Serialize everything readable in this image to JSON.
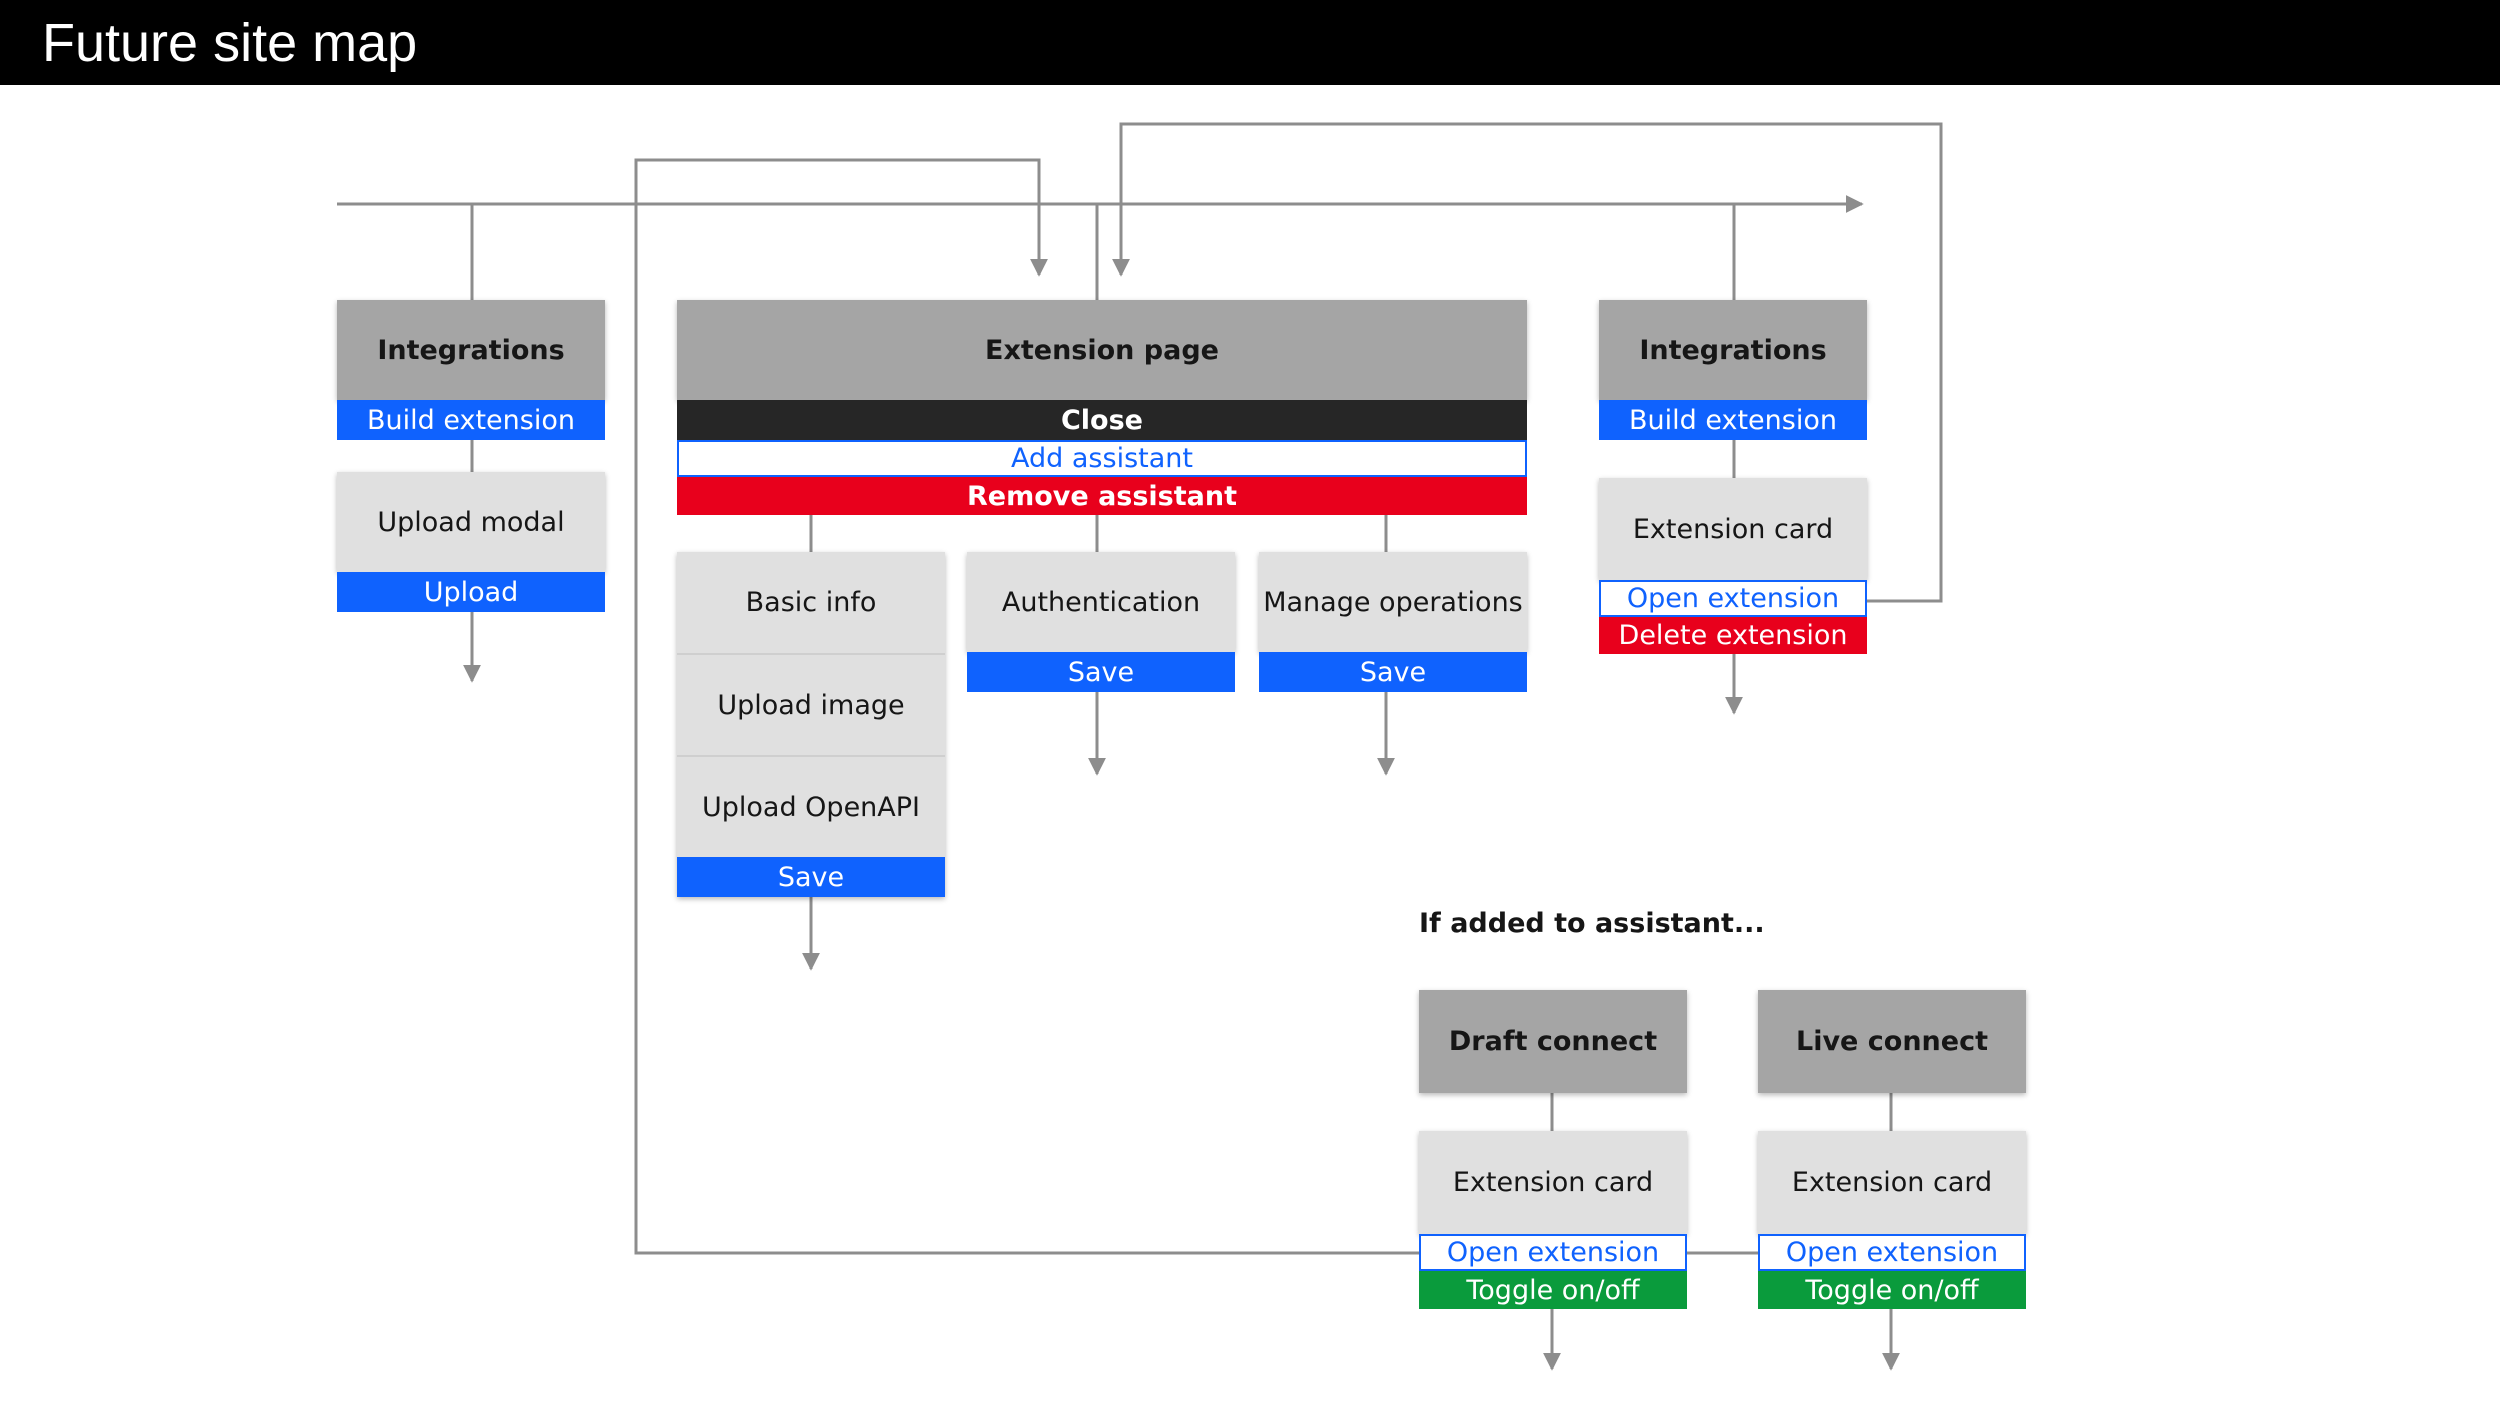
{
  "title": "Future site map",
  "colors": {
    "primary_blue": "#0f62fe",
    "danger_red": "#e8001c",
    "success_green": "#0a9b3c",
    "header_gray": "#a5a5a5",
    "card_gray": "#e0e0e0",
    "connector_gray": "#8d8d8d"
  },
  "left": {
    "header": "Integrations",
    "build_button": "Build extension",
    "modal": "Upload modal",
    "upload_button": "Upload"
  },
  "extension_page": {
    "header": "Extension page",
    "close": "Close",
    "add_assistant": "Add assistant",
    "remove_assistant": "Remove assistant",
    "basic_info": "Basic info",
    "upload_image": "Upload image",
    "upload_openapi": "Upload OpenAPI",
    "save_details": "Save",
    "authentication": "Authentication",
    "save_auth": "Save",
    "manage_operations": "Manage operations",
    "save_operations": "Save"
  },
  "right": {
    "header": "Integrations",
    "build_button": "Build extension",
    "card": "Extension card",
    "open_button": "Open extension",
    "delete_button": "Delete extension"
  },
  "note": "If added to assistant...",
  "draft": {
    "header": "Draft connect",
    "card": "Extension card",
    "open_button": "Open extension",
    "toggle_button": "Toggle on/off"
  },
  "live": {
    "header": "Live connect",
    "card": "Extension card",
    "open_button": "Open extension",
    "toggle_button": "Toggle on/off"
  }
}
